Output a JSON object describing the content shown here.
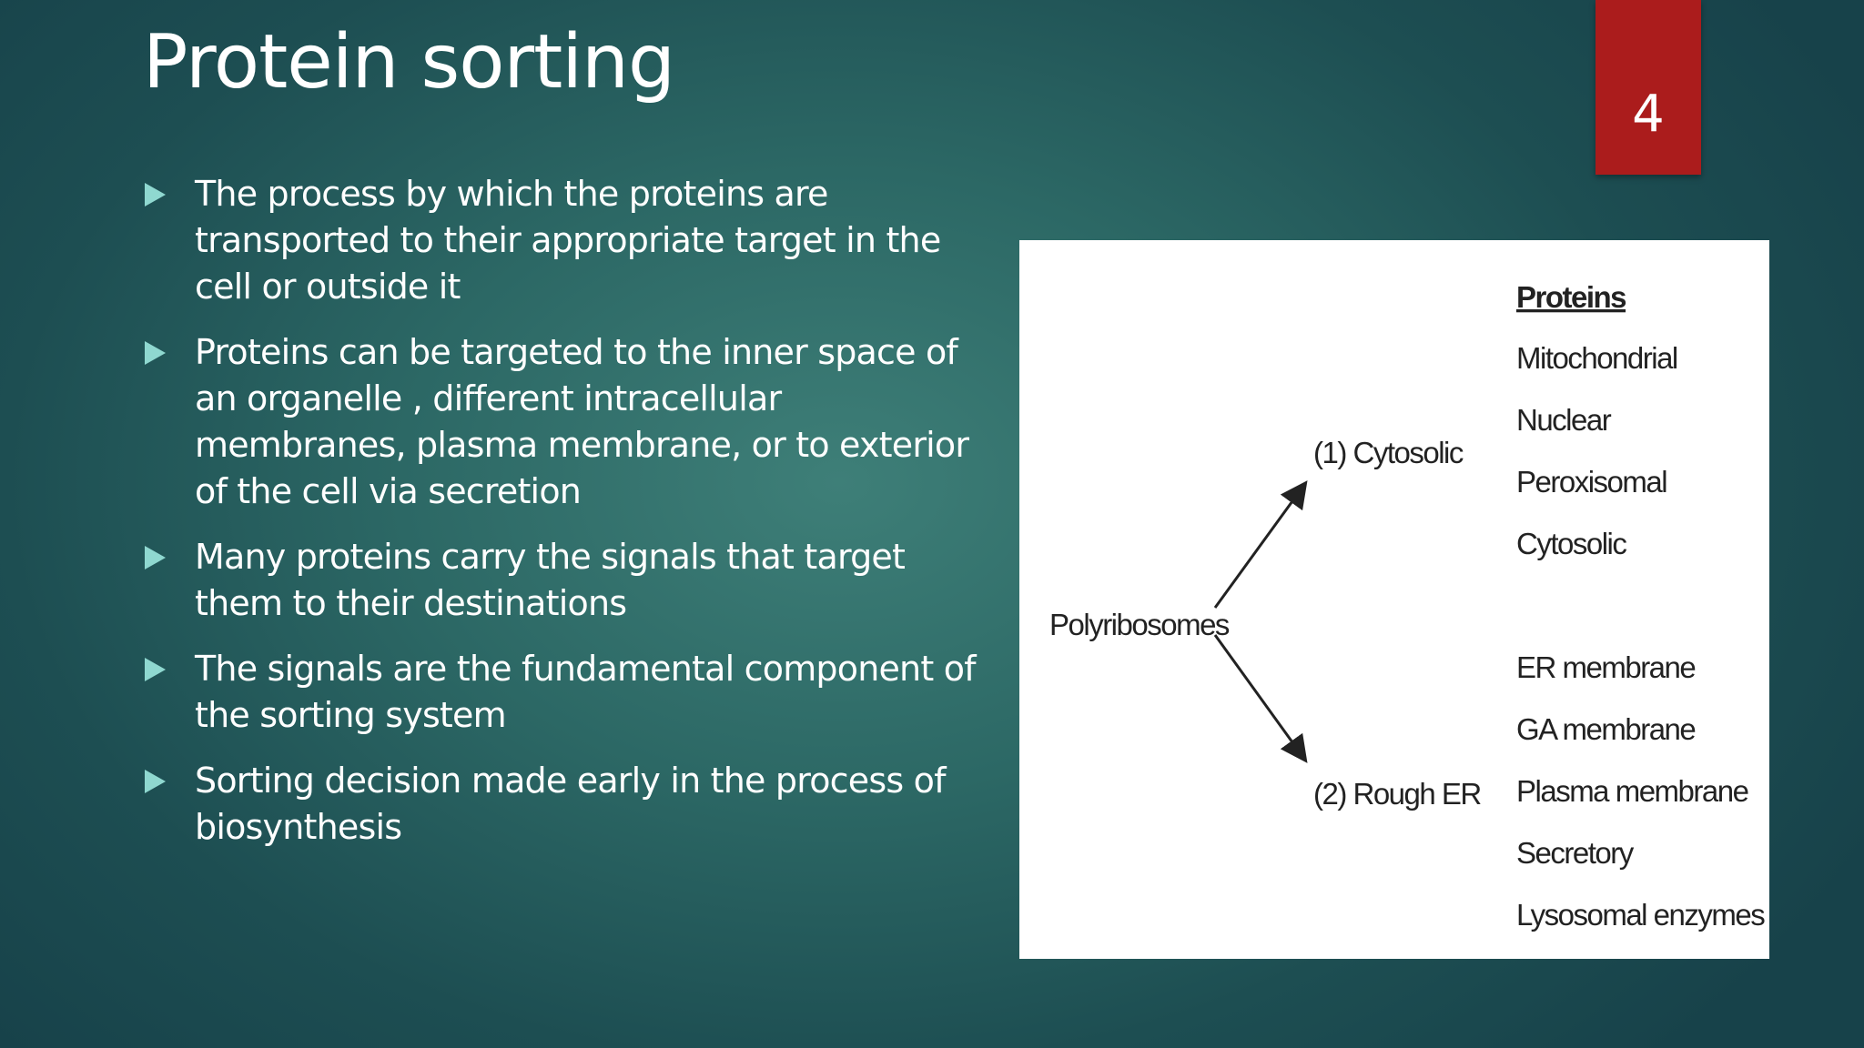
{
  "slide": {
    "title": "Protein sorting",
    "number": "4",
    "number_color": "#ab1c1c",
    "bullet_color": "#8fd8d0"
  },
  "bullets": [
    "The process by which the proteins are transported to their appropriate target in the cell or outside it",
    "Proteins can be targeted to the inner space of an organelle , different intracellular membranes, plasma membrane, or to exterior of the cell via secretion",
    "Many proteins carry the signals that target them to their destinations",
    "The signals are the fundamental component of the sorting system",
    "Sorting decision made early in the process of biosynthesis"
  ],
  "figure": {
    "source": "Polyribosomes",
    "header": "Proteins",
    "branches": [
      {
        "label": "(1) Cytosolic",
        "proteins": [
          "Mitochondrial",
          "Nuclear",
          "Peroxisomal",
          "Cytosolic"
        ]
      },
      {
        "label": "(2) Rough ER",
        "proteins": [
          "ER membrane",
          "GA membrane",
          "Plasma membrane",
          "Secretory",
          "Lysosomal enzymes"
        ]
      }
    ]
  }
}
